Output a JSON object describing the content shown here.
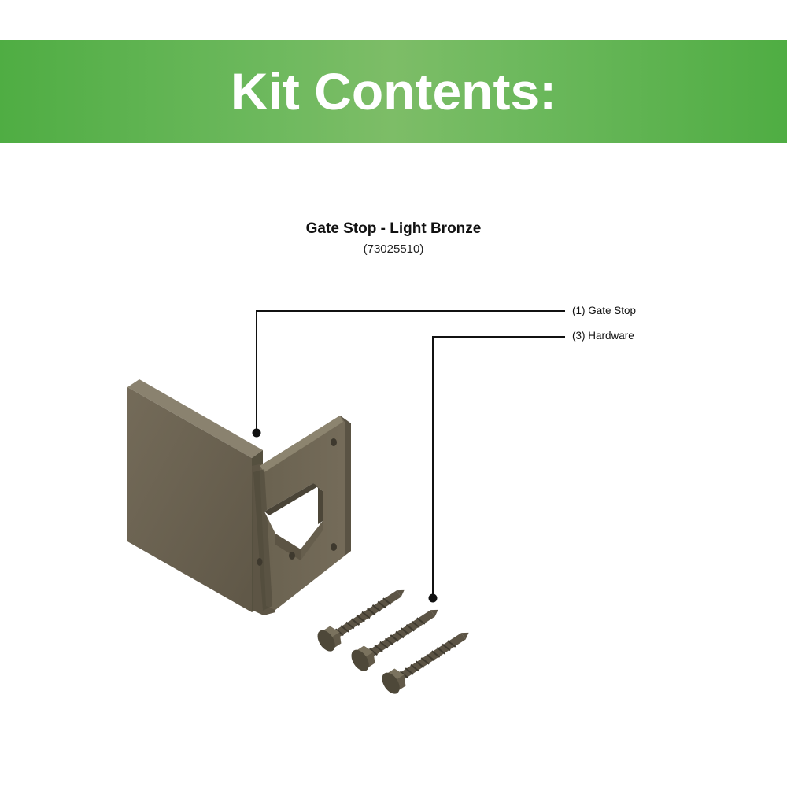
{
  "header": {
    "title": "Kit Contents:",
    "background_color": "#5bb14d"
  },
  "product": {
    "name": "Gate Stop - Light Bronze",
    "sku": "(73025510)",
    "color": "#6b6352"
  },
  "callouts": [
    {
      "label": "(1) Gate Stop",
      "icon": "gate-stop-bracket"
    },
    {
      "label": "(3) Hardware",
      "icon": "hex-screws"
    }
  ]
}
